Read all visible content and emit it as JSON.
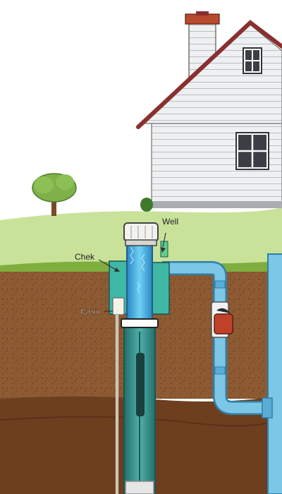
{
  "labels": {
    "well": "Well",
    "check": "Chek",
    "casing": "Casin"
  },
  "colors": {
    "sky": "#ffffff",
    "grass": "#c9e29a",
    "grass_edge": "#7fae3e",
    "soil": "#8c5a33",
    "soil_deep": "#6e3f1f",
    "pipe": "#7cc6e6",
    "water": "#3aa6d8",
    "casing": "#2f8a86",
    "house_siding": "#eef0f2",
    "roof": "#8a2f2f",
    "chimney": "#b84a2e",
    "valve": "#c0412a",
    "tree_foliage": "#7fb04a",
    "tree_trunk": "#7a4a25"
  },
  "icons": [
    "house-icon",
    "tree-icon",
    "well-cap-icon",
    "check-valve-icon",
    "pump-icon"
  ]
}
